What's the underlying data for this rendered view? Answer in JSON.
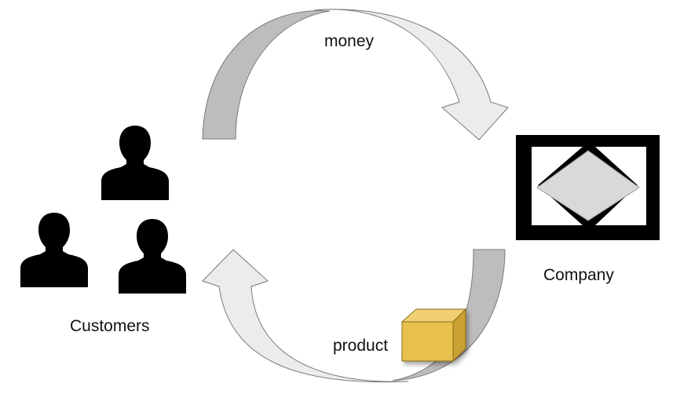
{
  "labels": {
    "money": "money",
    "company": "Company",
    "customers": "Customers",
    "product": "product"
  },
  "colors": {
    "arrow_dark": "#bdbdbd",
    "arrow_light": "#ececec",
    "arrow_outline": "#7a7a7a",
    "icon": "#000000",
    "diamond": "#d9d9d9",
    "box_face": "#e8c14e",
    "box_top": "#f0d071",
    "box_side": "#c9a132"
  },
  "icons": {
    "customers": "person-silhouette-icon",
    "company": "company-logo-icon",
    "product": "product-box-icon"
  }
}
